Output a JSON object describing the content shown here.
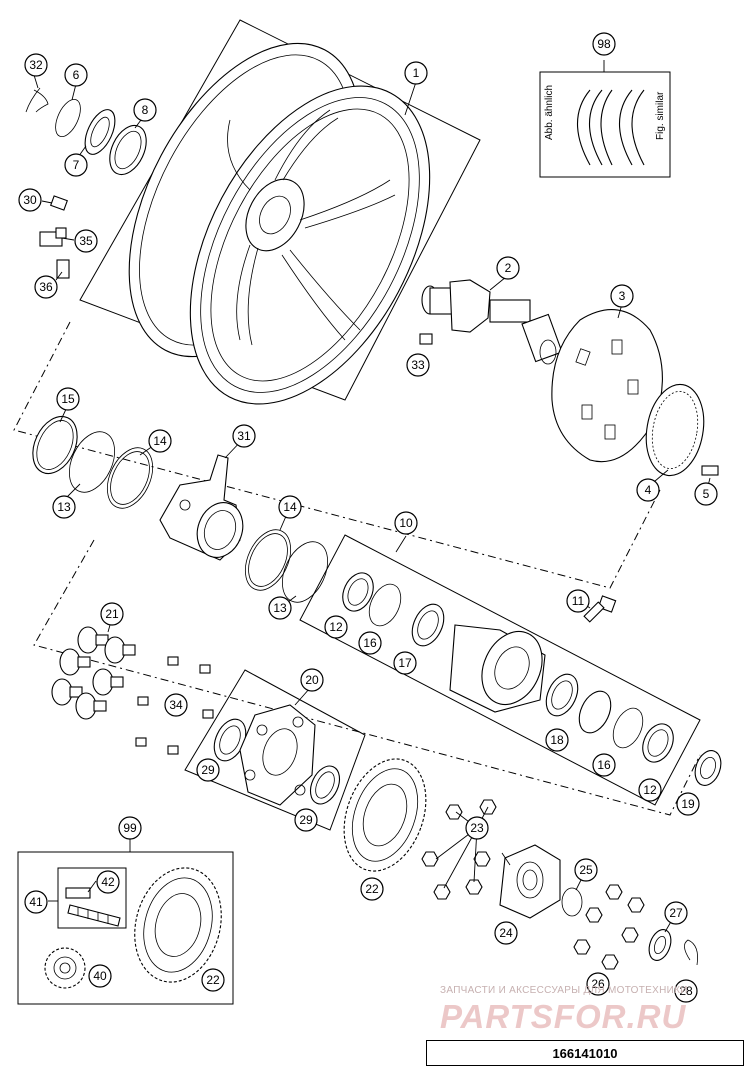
{
  "diagram": {
    "reference_number": "166141010",
    "similar_label_de": "Abb. ähnlich",
    "similar_label_en": "Fig. similar",
    "watermark_text": "ЗАПЧАСТИ И АКСЕССУАРЫ ДЛЯ МОТОТЕХНИКИ",
    "watermark_logo": "PARTSFOR.RU",
    "callouts": [
      {
        "id": "c1",
        "label": "1"
      },
      {
        "id": "c2",
        "label": "2"
      },
      {
        "id": "c3",
        "label": "3"
      },
      {
        "id": "c4",
        "label": "4"
      },
      {
        "id": "c5",
        "label": "5"
      },
      {
        "id": "c6",
        "label": "6"
      },
      {
        "id": "c7",
        "label": "7"
      },
      {
        "id": "c8",
        "label": "8"
      },
      {
        "id": "c10",
        "label": "10"
      },
      {
        "id": "c11",
        "label": "11"
      },
      {
        "id": "c12a",
        "label": "12"
      },
      {
        "id": "c12b",
        "label": "12"
      },
      {
        "id": "c13a",
        "label": "13"
      },
      {
        "id": "c13b",
        "label": "13"
      },
      {
        "id": "c14a",
        "label": "14"
      },
      {
        "id": "c14b",
        "label": "14"
      },
      {
        "id": "c15",
        "label": "15"
      },
      {
        "id": "c16a",
        "label": "16"
      },
      {
        "id": "c16b",
        "label": "16"
      },
      {
        "id": "c17",
        "label": "17"
      },
      {
        "id": "c18",
        "label": "18"
      },
      {
        "id": "c19",
        "label": "19"
      },
      {
        "id": "c20",
        "label": "20"
      },
      {
        "id": "c21",
        "label": "21"
      },
      {
        "id": "c22a",
        "label": "22"
      },
      {
        "id": "c22b",
        "label": "22"
      },
      {
        "id": "c23",
        "label": "23"
      },
      {
        "id": "c24",
        "label": "24"
      },
      {
        "id": "c25",
        "label": "25"
      },
      {
        "id": "c26",
        "label": "26"
      },
      {
        "id": "c27",
        "label": "27"
      },
      {
        "id": "c28",
        "label": "28"
      },
      {
        "id": "c29a",
        "label": "29"
      },
      {
        "id": "c29b",
        "label": "29"
      },
      {
        "id": "c30",
        "label": "30"
      },
      {
        "id": "c31",
        "label": "31"
      },
      {
        "id": "c32",
        "label": "32"
      },
      {
        "id": "c33",
        "label": "33"
      },
      {
        "id": "c34",
        "label": "34"
      },
      {
        "id": "c35",
        "label": "35"
      },
      {
        "id": "c36",
        "label": "36"
      },
      {
        "id": "c40",
        "label": "40"
      },
      {
        "id": "c41",
        "label": "41"
      },
      {
        "id": "c42",
        "label": "42"
      },
      {
        "id": "c98",
        "label": "98"
      },
      {
        "id": "c99",
        "label": "99"
      }
    ]
  }
}
